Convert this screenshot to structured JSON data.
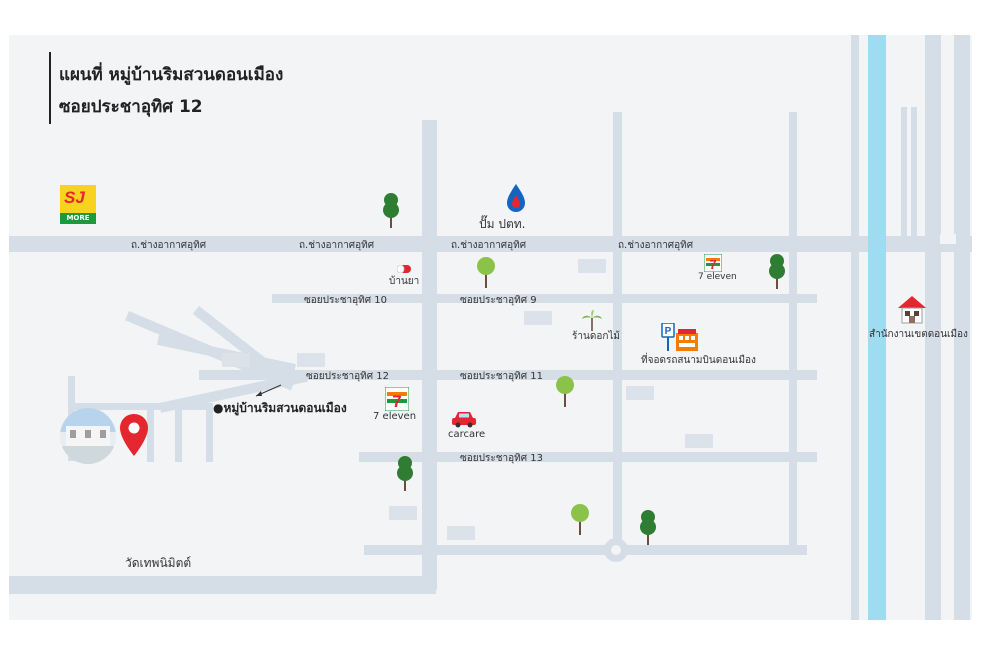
{
  "title": {
    "line1": "แผนที่ หมู่บ้านริมสวนดอนเมือง",
    "line2": "ซอยประชาอุทิศ 12"
  },
  "roads": {
    "main_label_1": "ถ.ช่างอากาศอุทิศ",
    "main_label_2": "ถ.ช่างอากาศอุทิศ",
    "main_label_3": "ถ.ช่างอากาศอุทิศ",
    "main_label_4": "ถ.ช่างอากาศอุทิศ",
    "soi10": "ซอยประชาอุทิศ 10",
    "soi9": "ซอยประชาอุทิศ 9",
    "soi12": "ซอยประชาอุทิศ 12",
    "soi11": "ซอยประชาอุทิศ 11",
    "soi13": "ซอยประชาอุทิศ 13"
  },
  "poi": {
    "sj_more": "MORE",
    "ptt": "ปั๊ม ปตท.",
    "pharmacy": "บ้านยา",
    "seven_eleven_1": "7 eleven",
    "seven_eleven_2": "7 eleven",
    "flower_shop": "ร้านดอกไม้",
    "parking": "ที่จอดรถสนามบินดอนเมือง",
    "district_office": "สำนักงานเขตดอนเมือง",
    "carcare": "carcare",
    "village": "●หมู่บ้านริมสวนดอนเมือง",
    "temple": "วัดเทพนิมิตต์"
  },
  "colors": {
    "road": "#d5dde6",
    "river": "#9fdcf2",
    "pin": "#e4262f",
    "tree_green": "#2e7d32",
    "tree_light": "#8bc34a"
  }
}
